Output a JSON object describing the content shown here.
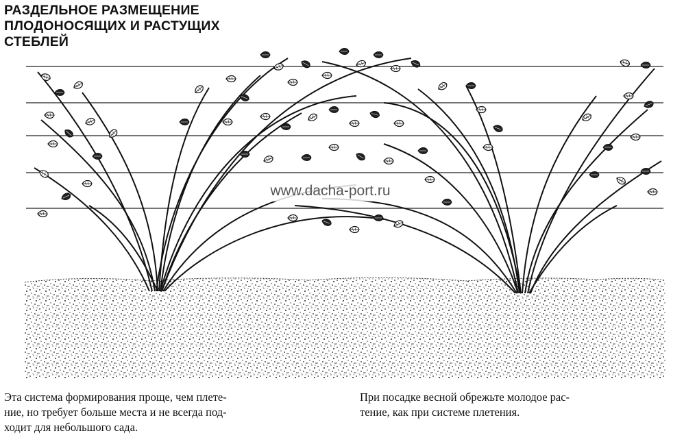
{
  "title": {
    "line1": "РАЗДЕЛЬНОЕ РАЗМЕЩЕНИЕ",
    "line2": "ПЛОДОНОСЯЩИХ И РАСТУЩИХ",
    "line3": "СТЕБЛЕЙ"
  },
  "watermark": "www.dacha-port.ru",
  "captions": {
    "left": [
      "Эта система формирования проще, чем плете-",
      "ние, но требует больше места и не всегда под-",
      "ходит для небольшого сада."
    ],
    "right": [
      "При посадке весной обрежьте молодое рас-",
      "тение, как при системе плетения."
    ]
  },
  "trellis": {
    "wire_count": 5
  },
  "plants": [
    {
      "name": "left-bush",
      "description_role": "fruiting-and-growing-canes"
    },
    {
      "name": "right-bush",
      "description_role": "fruiting-and-growing-canes"
    }
  ]
}
